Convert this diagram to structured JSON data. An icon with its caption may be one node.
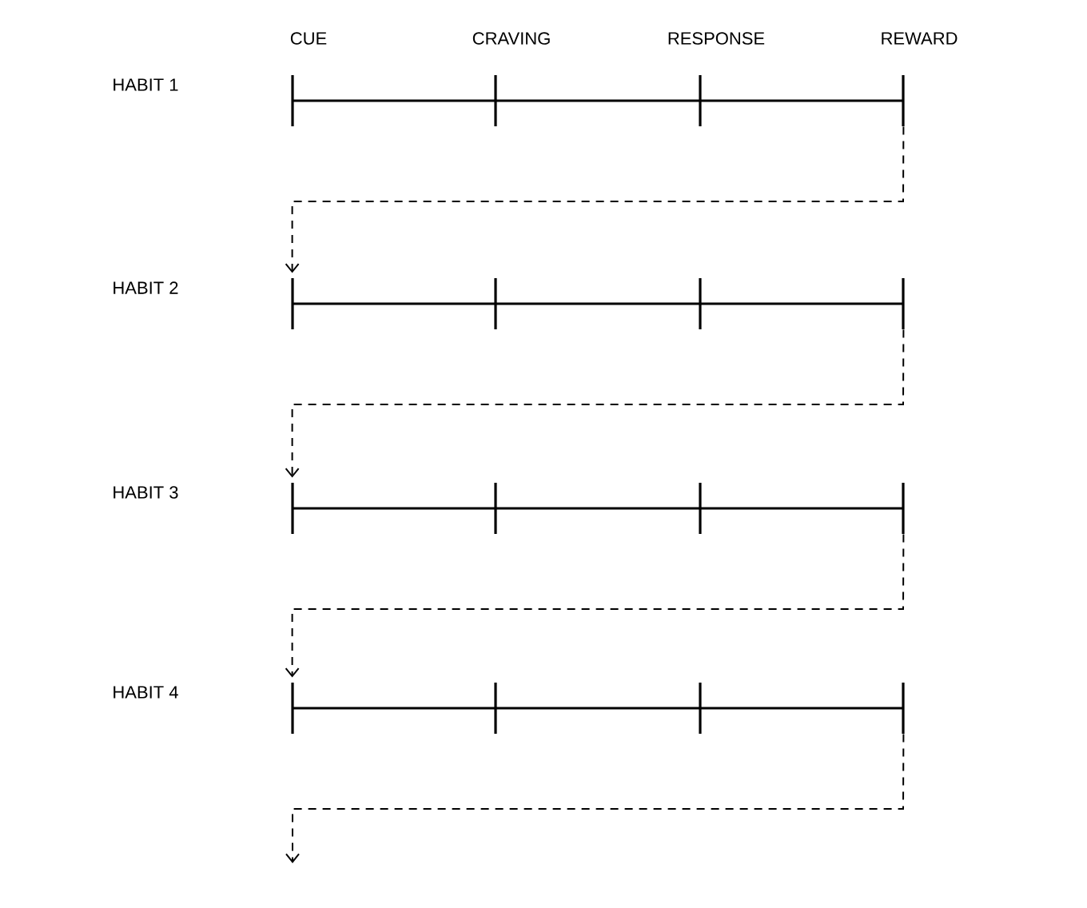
{
  "diagram": {
    "nodes": [
      {
        "text": [],
        "shape": "bar"
      },
      {
        "text": [],
        "shape": "bar"
      },
      {
        "text": [],
        "shape": "bar"
      },
      {
        "text": [],
        "shape": "bar"
      }
    ],
    "edges": [
      {
        "from": 0,
        "to": 1,
        "arrow": "to",
        "style": "dashed"
      },
      {
        "from": 1,
        "to": 2,
        "arrow": "to",
        "style": "dashed"
      },
      {
        "from": 2,
        "to": 3,
        "arrow": "to",
        "style": "dashed"
      },
      {
        "from": 3,
        "to": null,
        "arrow": "to",
        "style": "dashed"
      }
    ],
    "labels": [
      "CUE",
      "CRAVING",
      "RESPONSE",
      "REWARD",
      "HABIT 1",
      "HABIT 2",
      "HABIT 3",
      "HABIT 4"
    ]
  }
}
